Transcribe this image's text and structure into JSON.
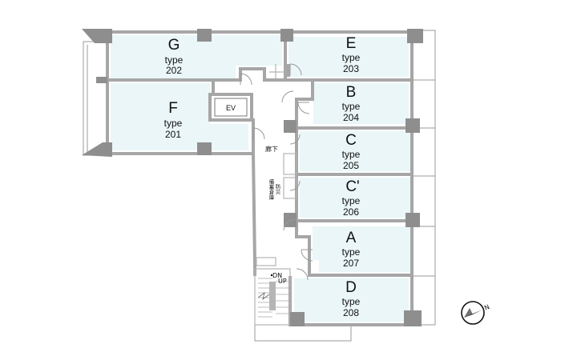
{
  "colors": {
    "room_fill": "#eaf6f8",
    "wall": "#a6a6a6",
    "column": "#8e8e8e",
    "outline": "#9a9a9a",
    "background": "#ffffff"
  },
  "units": [
    {
      "id": "G",
      "letter": "G",
      "type_word": "type",
      "number": "202"
    },
    {
      "id": "F",
      "letter": "F",
      "type_word": "type",
      "number": "201"
    },
    {
      "id": "E",
      "letter": "E",
      "type_word": "type",
      "number": "203"
    },
    {
      "id": "B",
      "letter": "B",
      "type_word": "type",
      "number": "204"
    },
    {
      "id": "C",
      "letter": "C",
      "type_word": "type",
      "number": "205"
    },
    {
      "id": "C2",
      "letter": "C'",
      "type_word": "type",
      "number": "206"
    },
    {
      "id": "A",
      "letter": "A",
      "type_word": "type",
      "number": "207"
    },
    {
      "id": "D",
      "letter": "D",
      "type_word": "type",
      "number": "208"
    }
  ],
  "labels": {
    "elevator": "EV",
    "corridor": "廊下",
    "storage_col1": "備蓄倉庫",
    "storage_col2": "防災",
    "stairs_down": "DN",
    "stairs_up": "UP"
  },
  "compass": {
    "north_label": "N",
    "icon": "compass-north-arrow-icon"
  }
}
